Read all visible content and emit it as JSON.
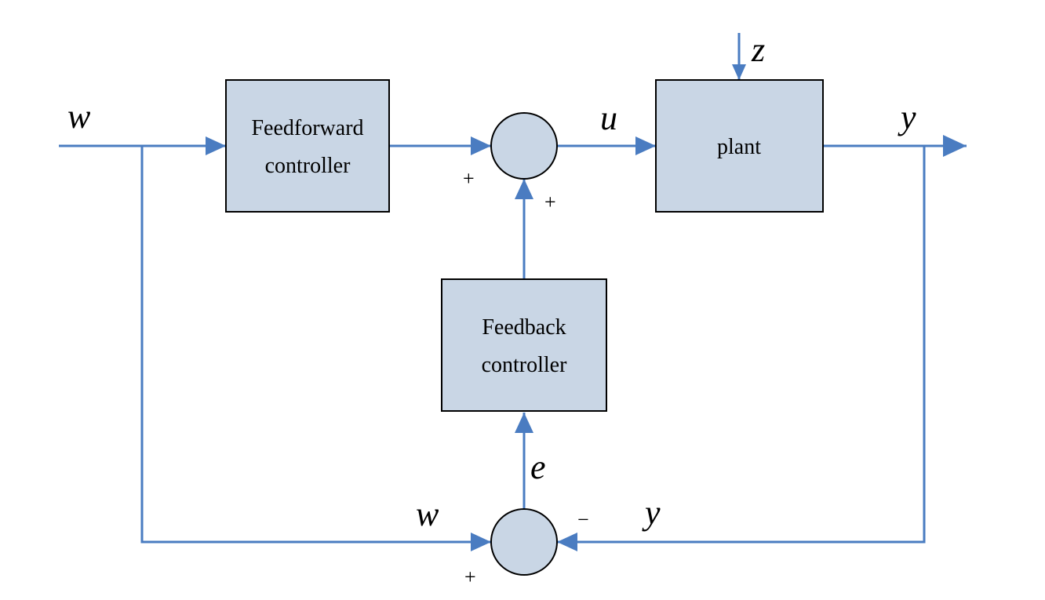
{
  "blocks": {
    "feedforward": {
      "line1": "Feedforward",
      "line2": "controller"
    },
    "plant": {
      "label": "plant"
    },
    "feedback": {
      "line1": "Feedback",
      "line2": "controller"
    }
  },
  "signals": {
    "w_input": "w",
    "u": "u",
    "z": "z",
    "y_output": "y",
    "e": "e",
    "w_feedback": "w",
    "y_feedback": "y"
  },
  "signs": {
    "top_sum_left": "+",
    "top_sum_bottom": "+",
    "bottom_sum_left": "+",
    "bottom_sum_right": "−"
  },
  "colors": {
    "wire": "#4a7cc1",
    "block_fill": "#c9d6e5"
  }
}
